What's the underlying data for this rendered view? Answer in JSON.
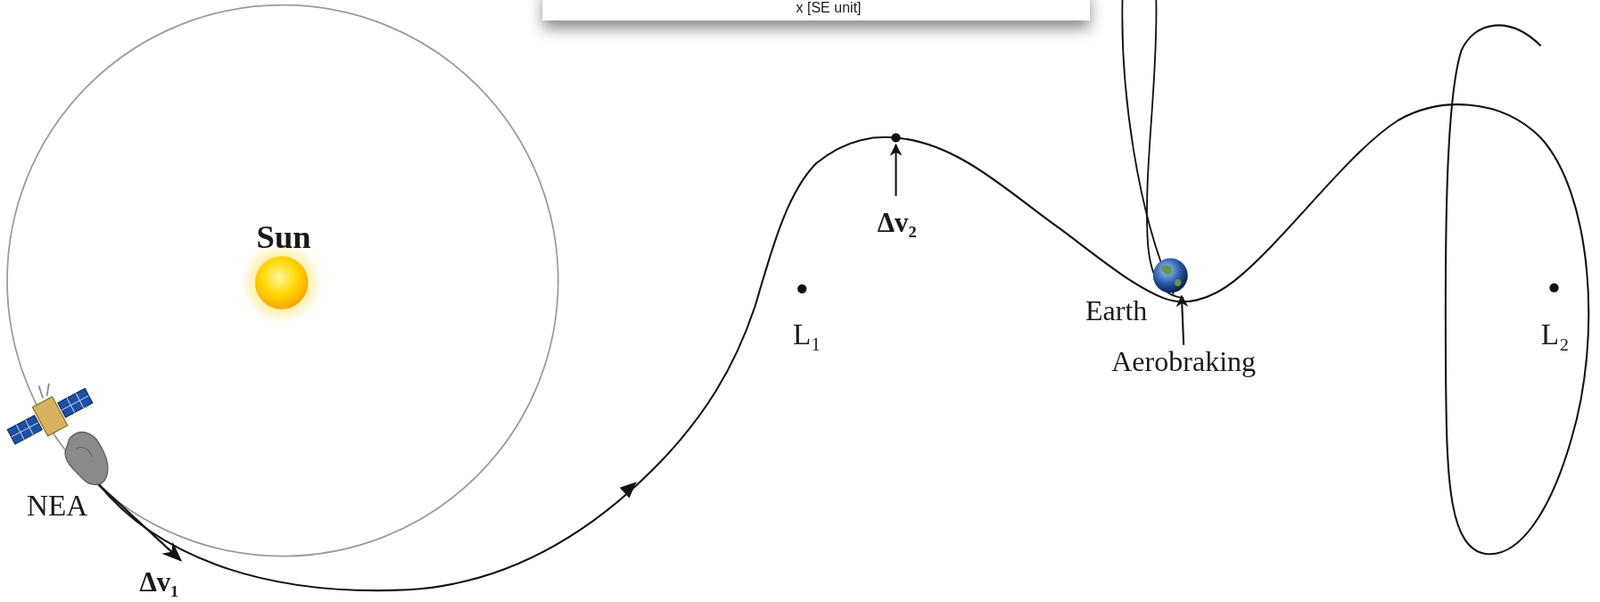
{
  "diagram": {
    "labels": [
      "x [SE unit]",
      "Sun",
      "NEA",
      "Δv₁",
      "Δv₂",
      "L₁",
      "Earth",
      "Aerobraking",
      "L₂"
    ]
  }
}
